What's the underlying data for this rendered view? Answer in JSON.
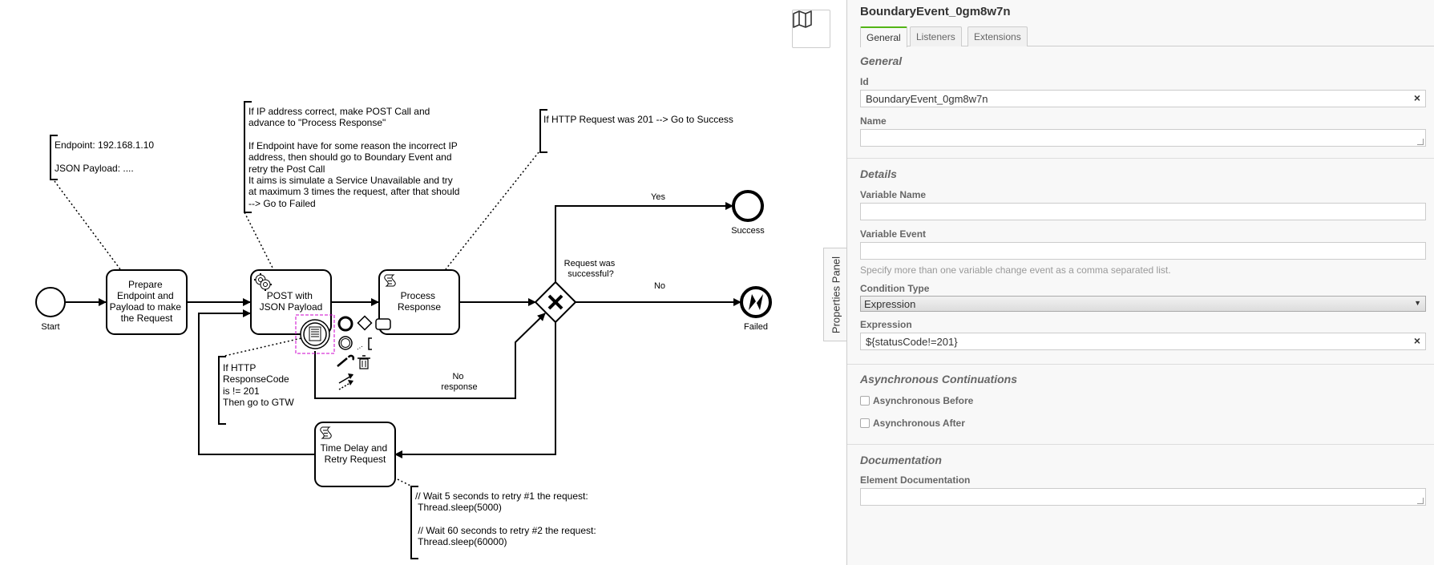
{
  "diagram": {
    "nodes": {
      "start_label": "Start",
      "task_prepare": [
        "Prepare",
        "Endpoint and",
        "Payload to make",
        "the Request"
      ],
      "task_post": [
        "POST with",
        "JSON Payload"
      ],
      "task_process": [
        "Process",
        "Response"
      ],
      "task_delay": [
        "Time Delay and",
        "Retry Request"
      ],
      "gateway_label": [
        "Request was",
        "successful?"
      ],
      "success_label": "Success",
      "failed_label": "Failed"
    },
    "flows": {
      "yes": "Yes",
      "no": "No",
      "no_response": [
        "No",
        "response"
      ]
    },
    "annotations": {
      "endpoint": [
        "Endpoint: 192.168.1.10",
        "",
        "JSON Payload: ...."
      ],
      "post": [
        "If IP address correct, make POST Call and",
        "advance to \"Process Response\"",
        "",
        "If Endpoint have for some reason the incorrect IP",
        "address, then should go to Boundary Event and",
        "retry the Post Call",
        "It aims is simulate a Service Unavailable and try",
        "at maximum 3 times the request, after that should",
        "--> Go to Failed"
      ],
      "http": [
        "If HTTP Request was 201 --> Go to Success"
      ],
      "boundary": [
        "If HTTP",
        "ResponseCode",
        "is != 201",
        "Then go to GTW"
      ],
      "delay": [
        "// Wait 5 seconds to retry #1 the request:",
        " Thread.sleep(5000)",
        "",
        " // Wait 60 seconds to retry #2 the request:",
        " Thread.sleep(60000)"
      ]
    }
  },
  "toolbar": {
    "minimap_icon": "map-icon",
    "panel_toggle_label": "Properties Panel"
  },
  "panel": {
    "title": "BoundaryEvent_0gm8w7n",
    "tabs": [
      "General",
      "Listeners",
      "Extensions"
    ],
    "active_tab": "General",
    "general": {
      "heading": "General",
      "id_label": "Id",
      "id_value": "BoundaryEvent_0gm8w7n",
      "name_label": "Name",
      "name_value": ""
    },
    "details": {
      "heading": "Details",
      "variable_name_label": "Variable Name",
      "variable_name_value": "",
      "variable_event_label": "Variable Event",
      "variable_event_value": "",
      "variable_event_hint": "Specify more than one variable change event as a comma separated list.",
      "condition_type_label": "Condition Type",
      "condition_type_value": "Expression",
      "expression_label": "Expression",
      "expression_value": "${statusCode!=201}"
    },
    "async": {
      "heading": "Asynchronous Continuations",
      "before_label": "Asynchronous Before",
      "after_label": "Asynchronous After",
      "before_checked": false,
      "after_checked": false
    },
    "documentation": {
      "heading": "Documentation",
      "element_doc_label": "Element Documentation",
      "element_doc_value": ""
    },
    "clear_glyph": "×"
  },
  "colors": {
    "selection": "#cc00cc",
    "active_tab_accent": "#52b415",
    "stroke": "#000000"
  }
}
